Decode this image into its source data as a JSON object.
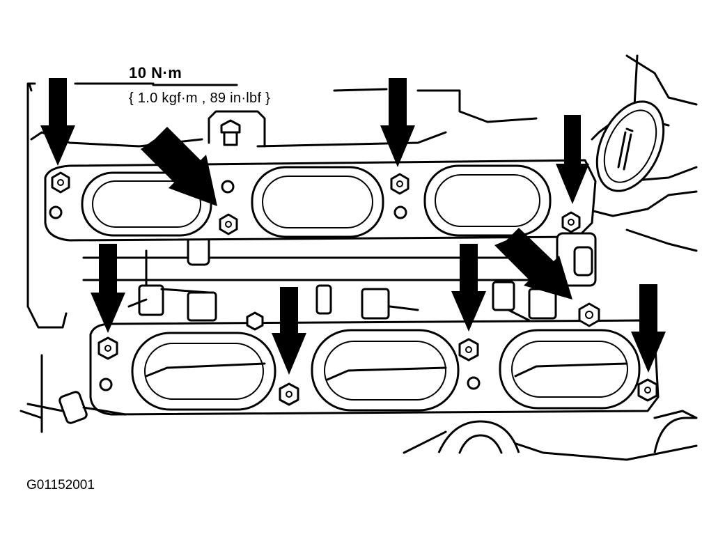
{
  "torque": {
    "value": "10 N·m",
    "alternate": "{ 1.0 kgf·m , 89 in·lbf }"
  },
  "figure_id": "G01152001"
}
